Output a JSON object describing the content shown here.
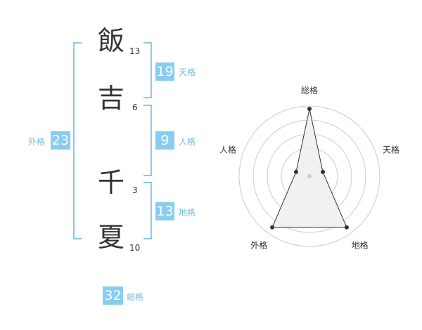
{
  "name": {
    "chars": [
      {
        "char": "飯",
        "strokes": "13"
      },
      {
        "char": "吉",
        "strokes": "6"
      },
      {
        "char": "千",
        "strokes": "3"
      },
      {
        "char": "夏",
        "strokes": "10"
      }
    ]
  },
  "kaku": {
    "tenkaku": {
      "value": "19",
      "label": "天格"
    },
    "jinkaku": {
      "value": "9",
      "label": "人格"
    },
    "chikaku": {
      "value": "13",
      "label": "地格"
    },
    "gaikaku": {
      "value": "23",
      "label": "外格"
    },
    "soukaku": {
      "value": "32",
      "label": "総格"
    }
  },
  "chart_data": {
    "type": "radar",
    "axes": [
      "総格",
      "天格",
      "地格",
      "外格",
      "人格"
    ],
    "values": [
      0.96,
      0.2,
      0.9,
      0.9,
      0.2
    ],
    "rings": 5,
    "colors": {
      "fill": "#efefef",
      "line": "#333333",
      "grid": "#cccccc"
    }
  }
}
